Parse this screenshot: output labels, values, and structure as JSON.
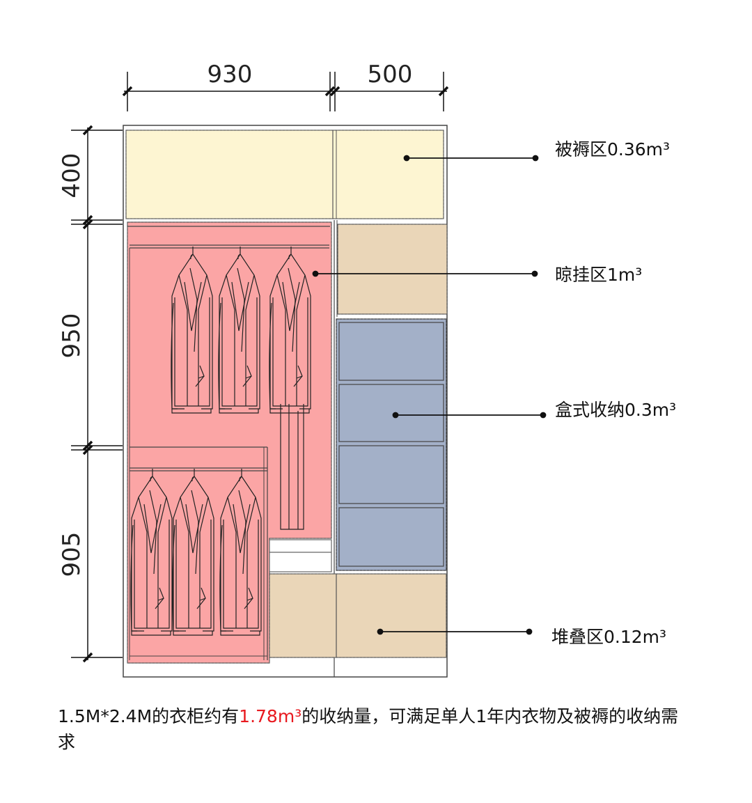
{
  "dimensions": {
    "top": [
      "930",
      "500"
    ],
    "left": [
      "400",
      "950",
      "905"
    ]
  },
  "zones": {
    "quilt": "被褥区0.36m³",
    "hanging": "晾挂区1m³",
    "box": "盒式收纳0.3m³",
    "stack": "堆叠区0.12m³"
  },
  "caption": {
    "before": "1.5M*2.4M的衣柜约有",
    "highlight": "1.78m³",
    "after": "的收纳量，可满足单人1年内衣物及被褥的收纳需求"
  },
  "colors": {
    "quilt_zone": "#fdf5d2",
    "hanging_zone": "#fba5a5",
    "box_zone": "#a3b0c8",
    "stack_zone": "#ead6b8",
    "highlight": "#e8191f"
  }
}
